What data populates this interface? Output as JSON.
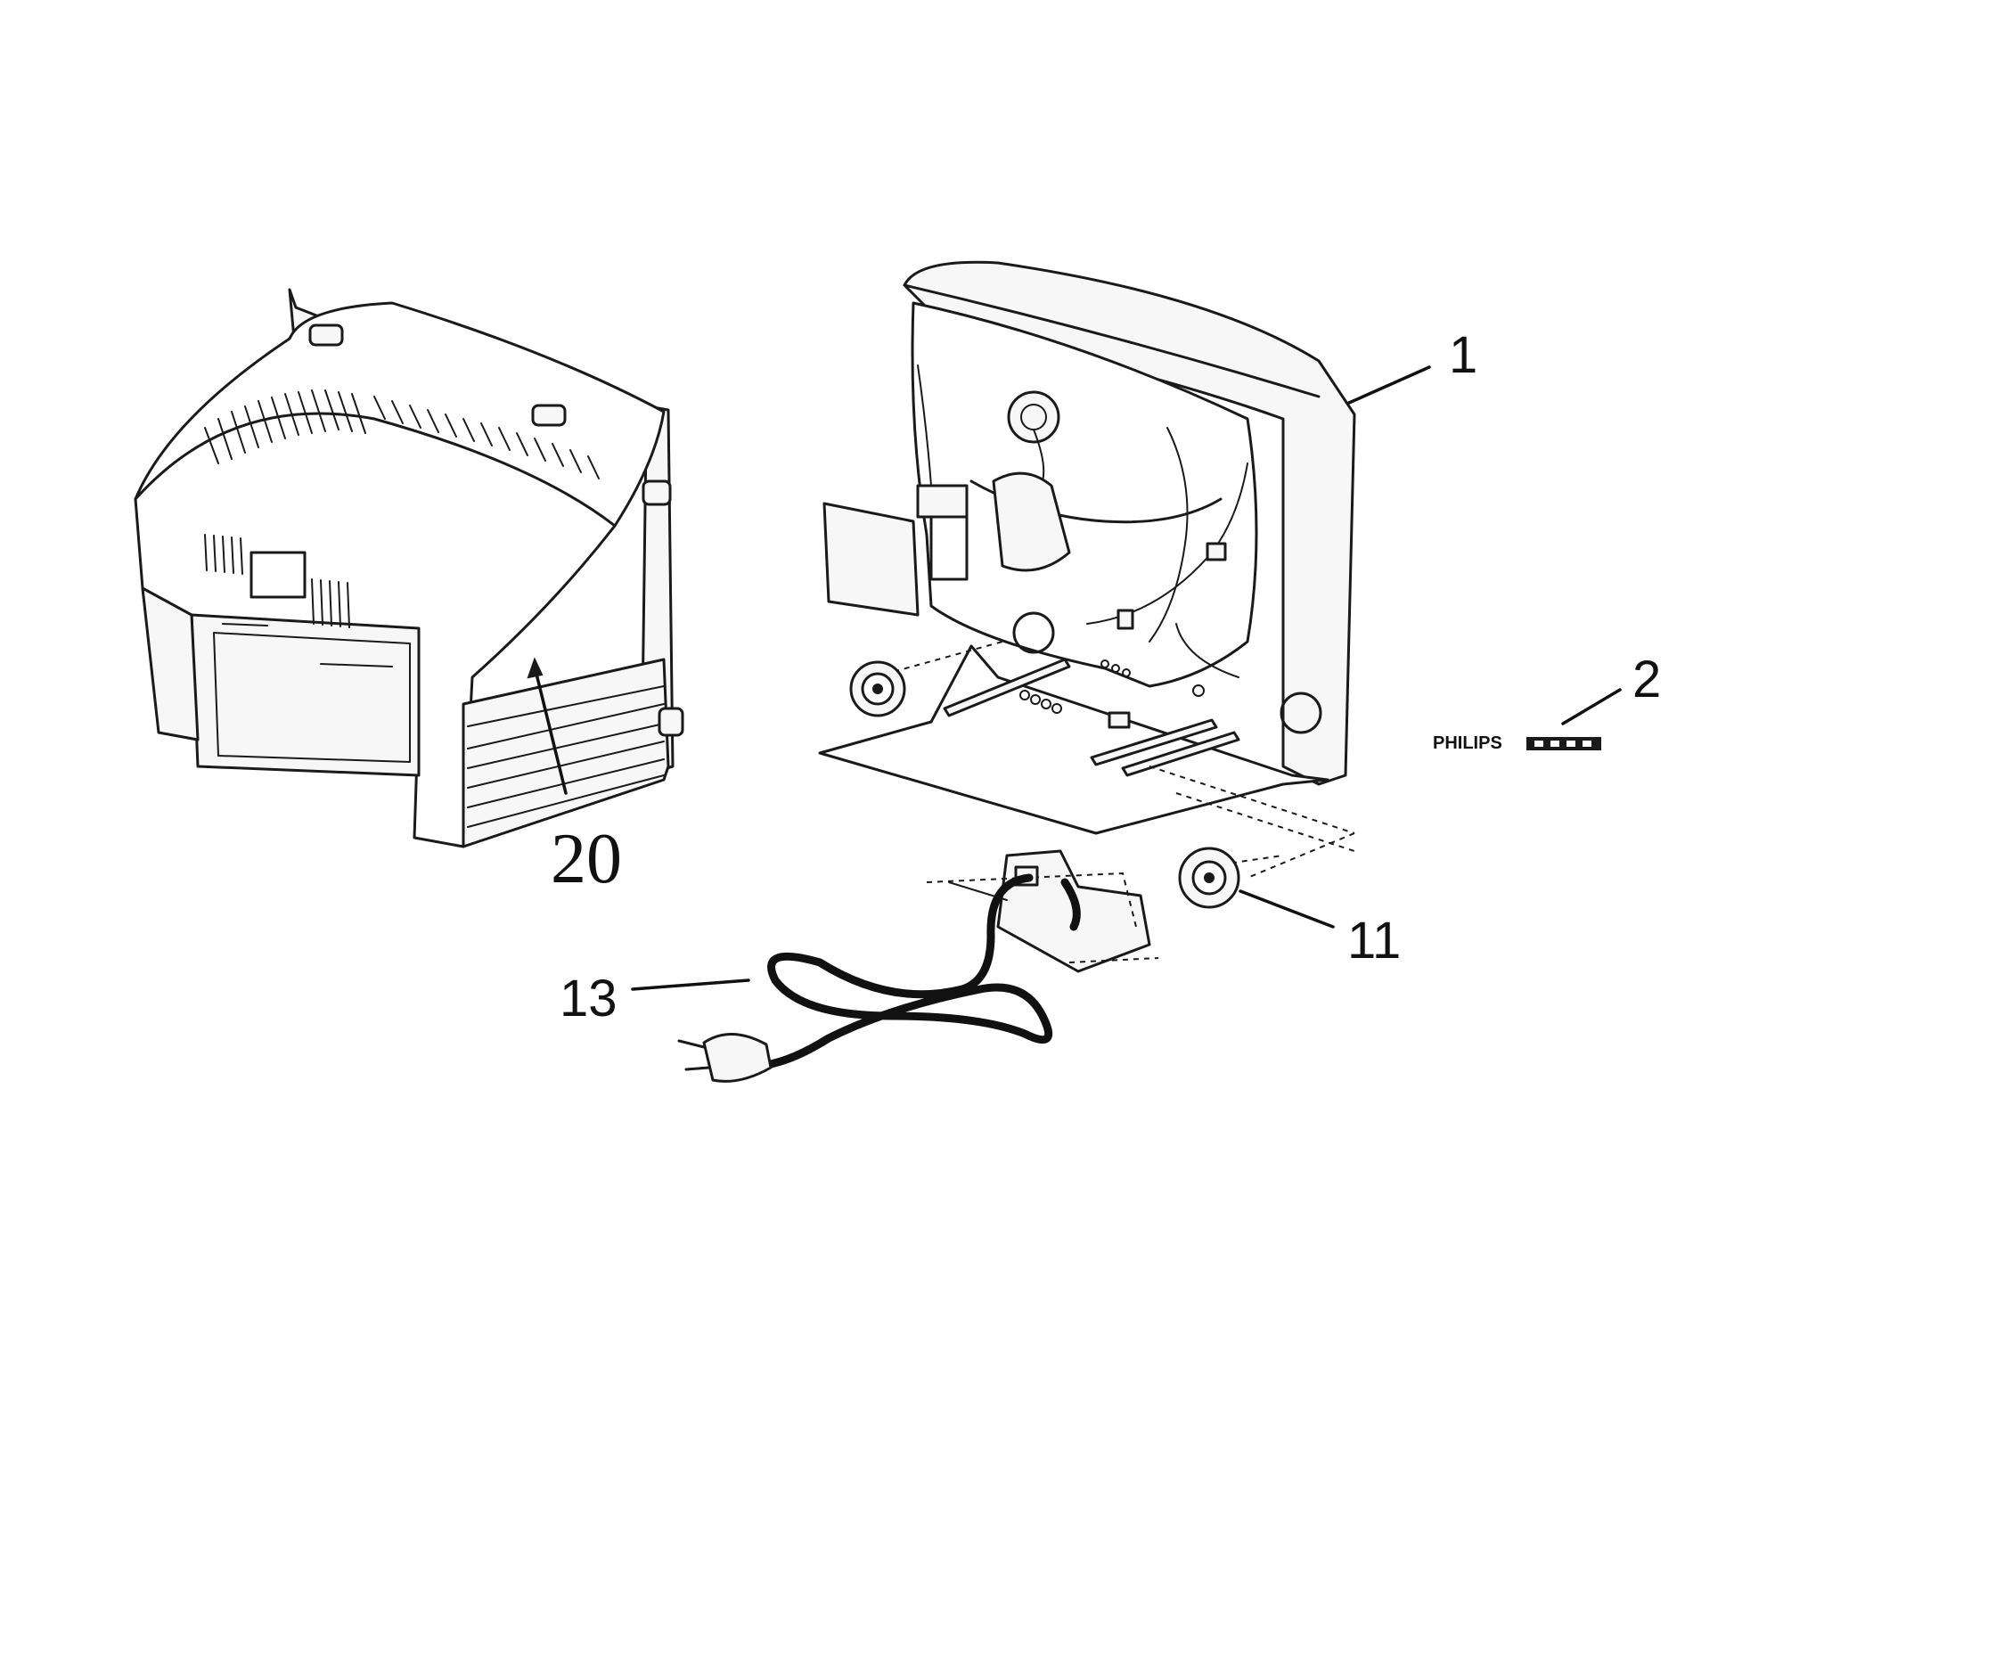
{
  "diagram": {
    "callouts": [
      {
        "id": "1",
        "label": "1"
      },
      {
        "id": "2",
        "label": "2"
      },
      {
        "id": "11",
        "label": "11"
      },
      {
        "id": "13",
        "label": "13"
      },
      {
        "id": "20",
        "label": "20"
      }
    ],
    "badge": {
      "brand": "PHILIPS"
    }
  }
}
